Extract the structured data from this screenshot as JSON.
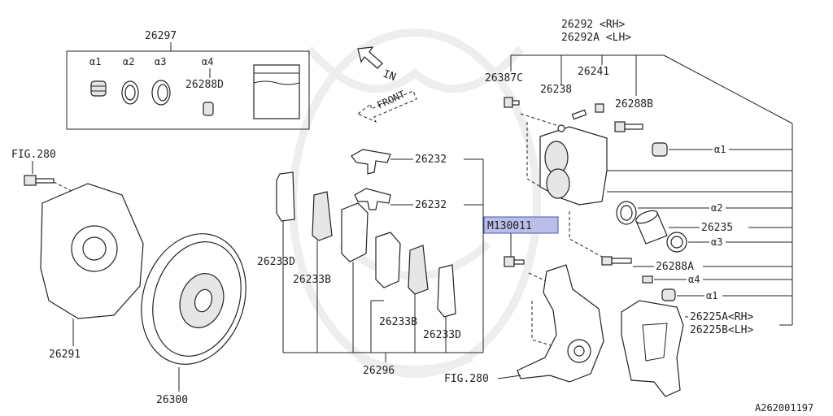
{
  "labels": {
    "p26297": "26297",
    "a1_kit": "α1",
    "a2_kit": "α2",
    "a3_kit": "α3",
    "a4_kit": "α4",
    "p26288D": "26288D",
    "fig280_top": "FIG.280",
    "p26291": "26291",
    "p26300": "26300",
    "in_arrow": "IN",
    "front_arrow": "FRONT",
    "p26232_a": "26232",
    "p26232_b": "26232",
    "p26233D_a": "26233D",
    "p26233B_a": "26233B",
    "p26233B_b": "26233B",
    "p26233D_b": "26233D",
    "p26296": "26296",
    "highlight": "M130011",
    "p26292": "26292  <RH>",
    "p26292A": "26292A <LH>",
    "p26387C": "26387C",
    "p26238": "26238",
    "p26241": "26241",
    "p26288B": "26288B",
    "a1_r1": "α1",
    "a2_r": "α2",
    "p26235": "26235",
    "a3_r": "α3",
    "p26288A": "26288A",
    "a4_r": "α4",
    "a1_r2": "α1",
    "p26225A": "26225A<RH>",
    "p26225B": "26225B<LH>",
    "fig280_bottom": "FIG.280",
    "diagram_id": "A262001197"
  },
  "colors": {
    "line": "#222222",
    "highlight_fill": "#b9bde8",
    "highlight_border": "#4a56b0",
    "watermark": "#eeeeee"
  }
}
